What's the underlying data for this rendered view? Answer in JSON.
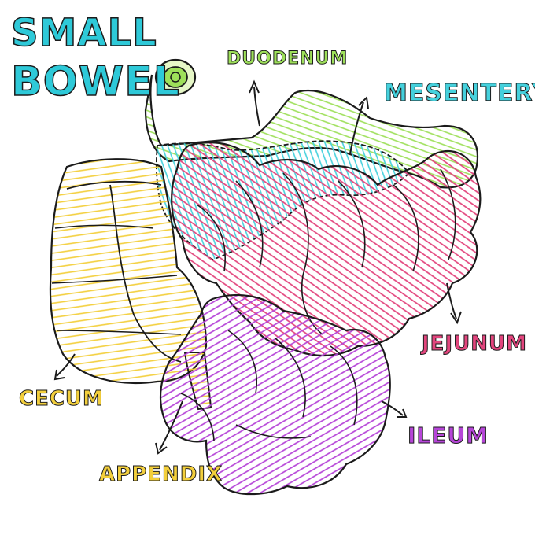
{
  "title": {
    "line1": "SMALL",
    "line2": "BOWEL"
  },
  "labels": {
    "duodenum": "DUODENUM",
    "mesentery": "MESENTERY",
    "jejunum": "JEJUNUM",
    "ileum": "ILEUM",
    "cecum": "CECUM",
    "appendix": "APPENDIX"
  },
  "colors": {
    "title": "#2ec9d8",
    "duodenum": "#9ee05a",
    "mesentery": "#45d1dd",
    "jejunum": "#e2457d",
    "ileum": "#b645d8",
    "cecum": "#f3cf3c",
    "outline": "#1b1b1b"
  }
}
